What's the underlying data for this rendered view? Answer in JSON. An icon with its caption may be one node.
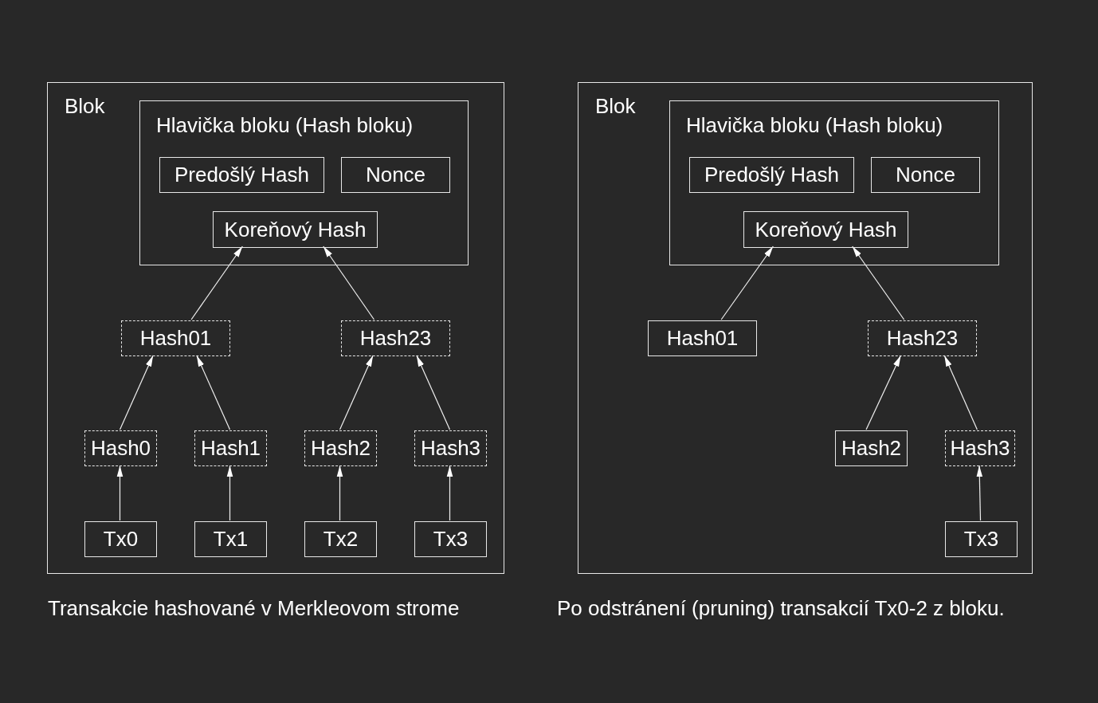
{
  "diagram": {
    "nodes": [
      {
        "text": [
          "Blok"
        ]
      },
      {
        "text": [
          "Hlavička bloku (Hash bloku)"
        ],
        "in": 0
      },
      {
        "text": [
          "Predošlý Hash"
        ],
        "in": 1
      },
      {
        "text": [
          "Nonce"
        ],
        "in": 1
      },
      {
        "text": [
          "Koreňový Hash"
        ],
        "in": 1
      },
      {
        "text": [
          "Hash01"
        ],
        "in": 0
      },
      {
        "text": [
          "Hash23"
        ],
        "in": 0
      },
      {
        "text": [
          "Hash0"
        ],
        "in": 0
      },
      {
        "text": [
          "Hash1"
        ],
        "in": 0
      },
      {
        "text": [
          "Hash2"
        ],
        "in": 0
      },
      {
        "text": [
          "Hash3"
        ],
        "in": 0
      },
      {
        "text": [
          "Tx0"
        ],
        "in": 0
      },
      {
        "text": [
          "Tx1"
        ],
        "in": 0
      },
      {
        "text": [
          "Tx2"
        ],
        "in": 0
      },
      {
        "text": [
          "Tx3"
        ],
        "in": 0
      },
      {
        "text": [
          "Blok"
        ]
      },
      {
        "text": [
          "Hlavička bloku (Hash bloku)"
        ],
        "in": 15
      },
      {
        "text": [
          "Predošlý Hash"
        ],
        "in": 16
      },
      {
        "text": [
          "Nonce"
        ],
        "in": 16
      },
      {
        "text": [
          "Koreňový Hash"
        ],
        "in": 16
      },
      {
        "text": [
          "Hash01"
        ],
        "in": 15
      },
      {
        "text": [
          "Hash23"
        ],
        "in": 15
      },
      {
        "text": [
          "Hash2"
        ],
        "in": 15
      },
      {
        "text": [
          "Hash3"
        ],
        "in": 15
      },
      {
        "text": [
          "Tx3"
        ],
        "in": 15
      }
    ],
    "edges": [
      {
        "from": 5,
        "to": 4,
        "arrow": "to"
      },
      {
        "from": 6,
        "to": 4,
        "arrow": "to"
      },
      {
        "from": 7,
        "to": 5,
        "arrow": "to"
      },
      {
        "from": 8,
        "to": 5,
        "arrow": "to"
      },
      {
        "from": 9,
        "to": 6,
        "arrow": "to"
      },
      {
        "from": 10,
        "to": 6,
        "arrow": "to"
      },
      {
        "from": 11,
        "to": 7,
        "arrow": "to"
      },
      {
        "from": 12,
        "to": 8,
        "arrow": "to"
      },
      {
        "from": 13,
        "to": 9,
        "arrow": "to"
      },
      {
        "from": 14,
        "to": 10,
        "arrow": "to"
      },
      {
        "from": 20,
        "to": 19,
        "arrow": "to"
      },
      {
        "from": 21,
        "to": 19,
        "arrow": "to"
      },
      {
        "from": 22,
        "to": 21,
        "arrow": "to"
      },
      {
        "from": 23,
        "to": 21,
        "arrow": "to"
      },
      {
        "from": 24,
        "to": 23,
        "arrow": "to"
      }
    ],
    "labels": [
      "Transakcie hashované v Merkleovom strome",
      "Po odstránení (pruning) transakcií Tx0-2 z bloku."
    ]
  }
}
